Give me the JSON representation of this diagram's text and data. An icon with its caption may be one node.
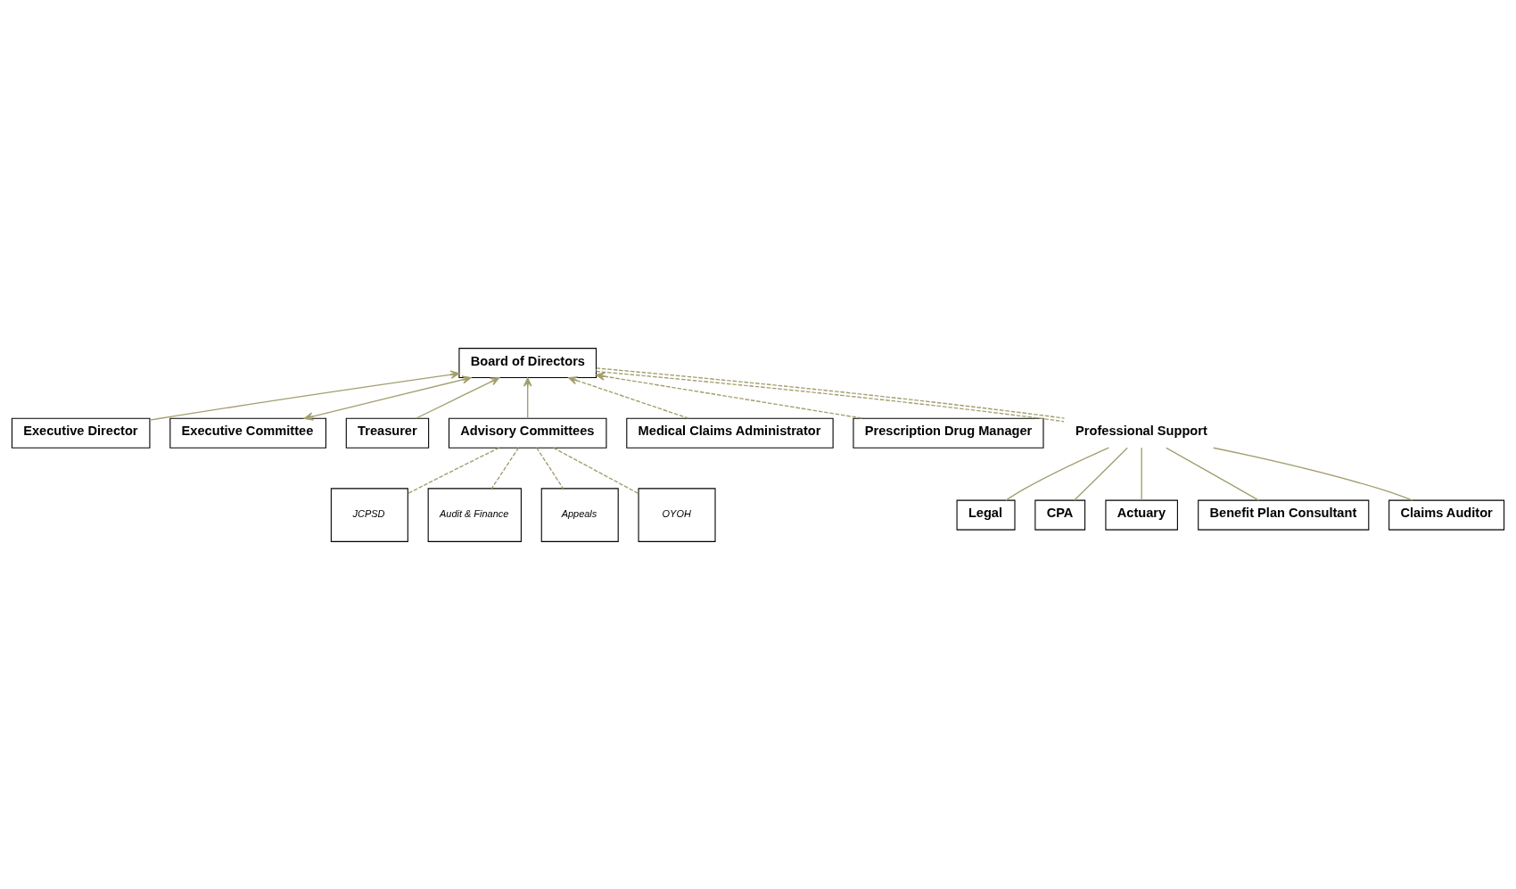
{
  "diagram": {
    "nodes": [
      {
        "text": [
          "Board of Directors"
        ]
      },
      {
        "text": [
          "Executive Director"
        ]
      },
      {
        "text": [
          "Executive Committee"
        ]
      },
      {
        "text": [
          "Treasurer"
        ]
      },
      {
        "text": [
          "Advisory Committees"
        ]
      },
      {
        "text": [
          "JCPSD"
        ]
      },
      {
        "text": [
          "Audit & Finance"
        ]
      },
      {
        "text": [
          "Appeals"
        ]
      },
      {
        "text": [
          "OYOH"
        ]
      },
      {
        "text": [
          "Medical Claims Administrator"
        ]
      },
      {
        "text": [
          "Prescription Drug Manager"
        ]
      },
      {
        "text": [
          "Professional Support"
        ]
      },
      {
        "text": [
          "Legal"
        ]
      },
      {
        "text": [
          "CPA"
        ]
      },
      {
        "text": [
          "Actuary"
        ]
      },
      {
        "text": [
          "Benefit Plan Consultant"
        ]
      },
      {
        "text": [
          "Claims Auditor"
        ]
      }
    ],
    "edges": [
      {
        "from": 1,
        "to": 0,
        "arrow": "to"
      },
      {
        "from": 2,
        "to": 0,
        "arrow": "both"
      },
      {
        "from": 3,
        "to": 0,
        "arrow": "to"
      },
      {
        "from": 4,
        "to": 0,
        "arrow": "to"
      },
      {
        "from": 9,
        "to": 0,
        "arrow": "to",
        "style": "dashed"
      },
      {
        "from": 10,
        "to": 0,
        "arrow": "to",
        "style": "dashed"
      },
      {
        "from": 11,
        "to": 0,
        "arrow": "none",
        "style": "dashed"
      },
      {
        "from": 4,
        "to": 5,
        "arrow": "none",
        "style": "dashed"
      },
      {
        "from": 4,
        "to": 6,
        "arrow": "none",
        "style": "dashed"
      },
      {
        "from": 4,
        "to": 7,
        "arrow": "none",
        "style": "dashed"
      },
      {
        "from": 4,
        "to": 8,
        "arrow": "none",
        "style": "dashed"
      },
      {
        "from": 11,
        "to": 12,
        "arrow": "none"
      },
      {
        "from": 11,
        "to": 13,
        "arrow": "none"
      },
      {
        "from": 11,
        "to": 14,
        "arrow": "none"
      },
      {
        "from": 11,
        "to": 15,
        "arrow": "none"
      },
      {
        "from": 11,
        "to": 16,
        "arrow": "none"
      }
    ]
  }
}
